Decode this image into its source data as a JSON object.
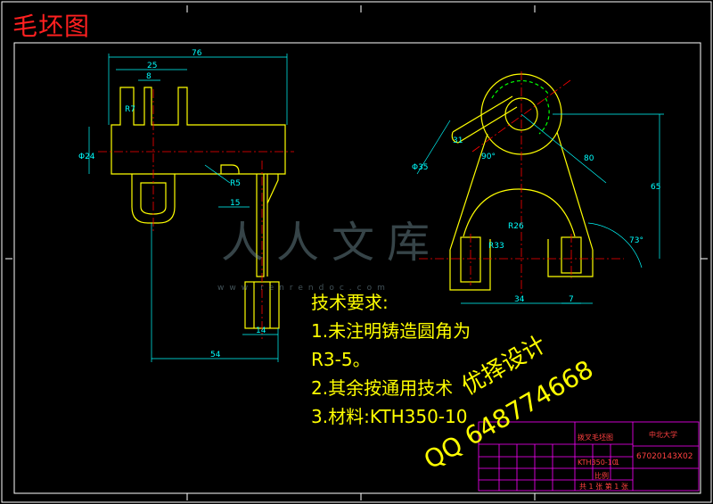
{
  "title": "毛坯图",
  "dimensions": {
    "d76": "76",
    "d25": "25",
    "d8": "8",
    "r7": "R7",
    "d24": "Φ24",
    "r5": "R5",
    "d15": "15",
    "d14": "14",
    "d54": "54",
    "d35": "Φ35",
    "d90": "90°",
    "d31": "31",
    "d80": "80",
    "d65": "65",
    "d73": "73°",
    "r33": "R33",
    "r26": "R26",
    "d34": "34",
    "d7": "7"
  },
  "tech_requirements": {
    "heading": "技术要求:",
    "item1": "1.未注明铸造圆角为",
    "item1b": "R3-5。",
    "item2": "2.其余按通用技术",
    "item3": "3.材料:KTH350-10"
  },
  "watermark": {
    "text": "人人文库",
    "url": "www.renrendoc.com"
  },
  "stamp": {
    "line1": "优择设计",
    "line2": "QQ 648774668"
  },
  "title_block": {
    "school": "中北大学",
    "drawing_name": "拨叉毛坯图",
    "code": "67020143X02",
    "qty": "1",
    "scale": "比例",
    "footer": "共 1 张 第 1 张",
    "material": "KTH350-10"
  },
  "colors": {
    "background": "#000000",
    "part_outline": "#ffff00",
    "dimension": "#00ffff",
    "center_line": "#ff0000",
    "frame": "#ffffff",
    "title_block": "#ff00ff",
    "hatch": "#00ff00"
  }
}
